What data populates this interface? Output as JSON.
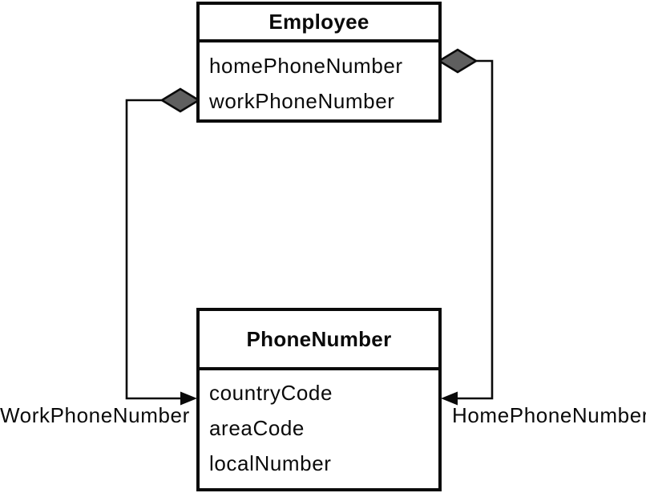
{
  "classes": [
    {
      "name": "Employee",
      "attributes": [
        "homePhoneNumber",
        "workPhoneNumber"
      ]
    },
    {
      "name": "PhoneNumber",
      "attributes": [
        "countryCode",
        "areaCode",
        "localNumber"
      ]
    }
  ],
  "associations": [
    {
      "label": "WorkPhoneNumber",
      "type": "aggregation",
      "from": "Employee.workPhoneNumber",
      "to": "PhoneNumber",
      "side": "left"
    },
    {
      "label": "HomePhoneNumber",
      "type": "aggregation",
      "from": "Employee.homePhoneNumber",
      "to": "PhoneNumber",
      "side": "right"
    }
  ],
  "colors": {
    "diamond_fill": "#5f5f5f",
    "line": "#0a0a0a",
    "text": "#0a0a0a",
    "background": "#ffffff"
  }
}
